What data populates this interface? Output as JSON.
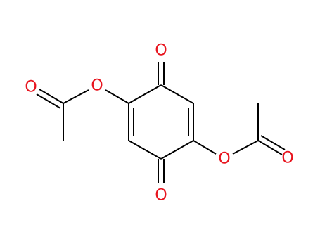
{
  "molecule": {
    "atoms": [
      {
        "id": "o-top",
        "symbol": "O",
        "color": "#e8141e"
      },
      {
        "id": "o-bottom",
        "symbol": "O",
        "color": "#e8141e"
      },
      {
        "id": "o-ester-left",
        "symbol": "O",
        "color": "#e8141e"
      },
      {
        "id": "o-carbonyl-left",
        "symbol": "O",
        "color": "#e8141e"
      },
      {
        "id": "o-ester-right",
        "symbol": "O",
        "color": "#e8141e"
      },
      {
        "id": "o-carbonyl-right",
        "symbol": "O",
        "color": "#e8141e"
      }
    ]
  },
  "colors": {
    "bond": "#000000",
    "oxygen": "#e8141e",
    "background": "#ffffff"
  }
}
